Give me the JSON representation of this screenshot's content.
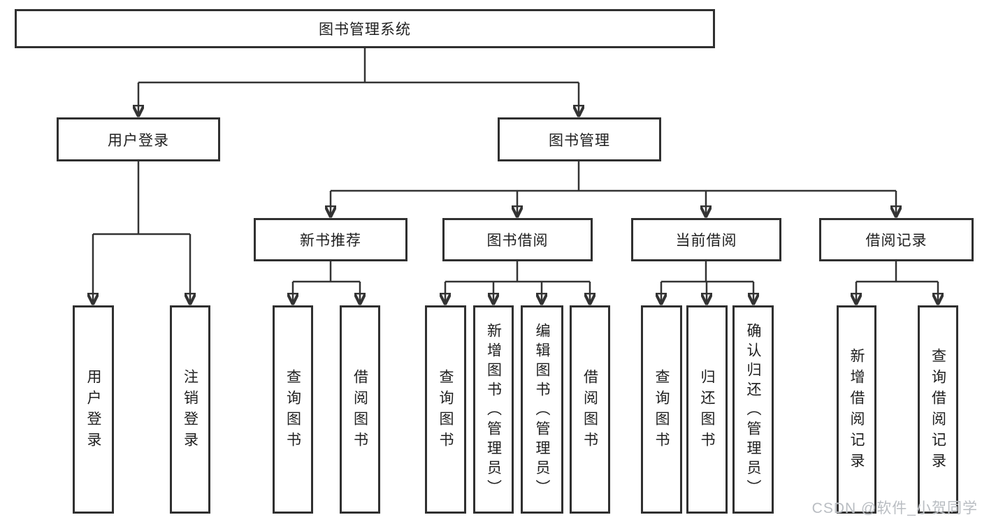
{
  "tree": {
    "root": "图书管理系统",
    "branches": [
      {
        "label": "用户登录",
        "children": [
          "用户登录",
          "注销登录"
        ]
      },
      {
        "label": "图书管理",
        "children": [
          {
            "label": "新书推荐",
            "children": [
              "查询图书",
              "借阅图书"
            ]
          },
          {
            "label": "图书借阅",
            "children": [
              "查询图书",
              "新增图书（管理员）",
              "编辑图书（管理员）",
              "借阅图书"
            ]
          },
          {
            "label": "当前借阅",
            "children": [
              "查询图书",
              "归还图书",
              "确认归还（管理员）"
            ]
          },
          {
            "label": "借阅记录",
            "children": [
              "新增借阅记录",
              "查询借阅记录"
            ]
          }
        ]
      }
    ]
  },
  "watermark": "CSDN @软件_小贺同学",
  "colors": {
    "line": "#333333",
    "border": "#303030",
    "text": "#1f1f1f",
    "watermark": "#b9bdc2"
  }
}
